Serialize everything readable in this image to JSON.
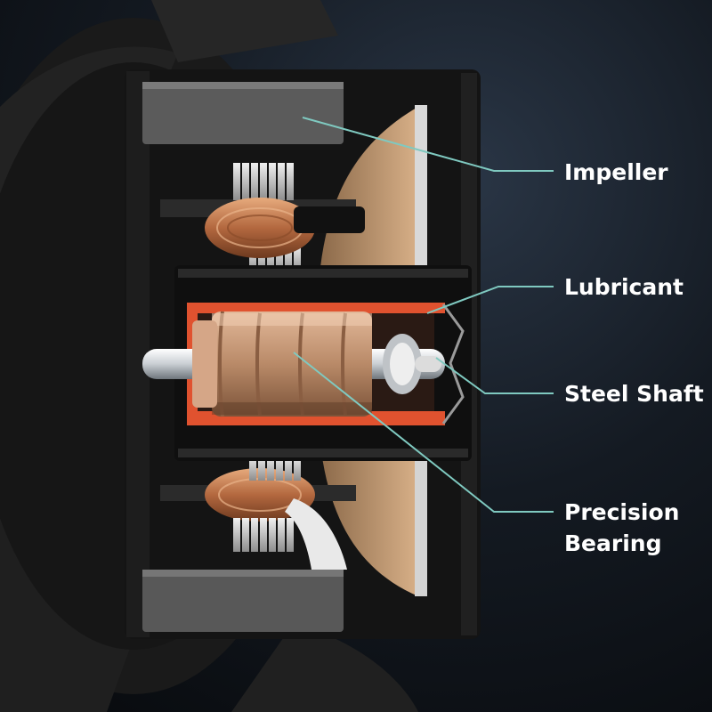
{
  "labels": {
    "impeller": "Impeller",
    "lubricant": "Lubricant",
    "steel_shaft": "Steel Shaft",
    "precision_bearing_line1": "Precision",
    "precision_bearing_line2": "Bearing"
  },
  "colors": {
    "background": "#0d1016",
    "housing": "#151515",
    "leader_line": "#7fc9c0",
    "lubricant": "#e0522f",
    "copper": "#c78a5f",
    "rotor": "#b98a68",
    "impeller_disc": "#d0a77c",
    "text": "#ffffff"
  }
}
